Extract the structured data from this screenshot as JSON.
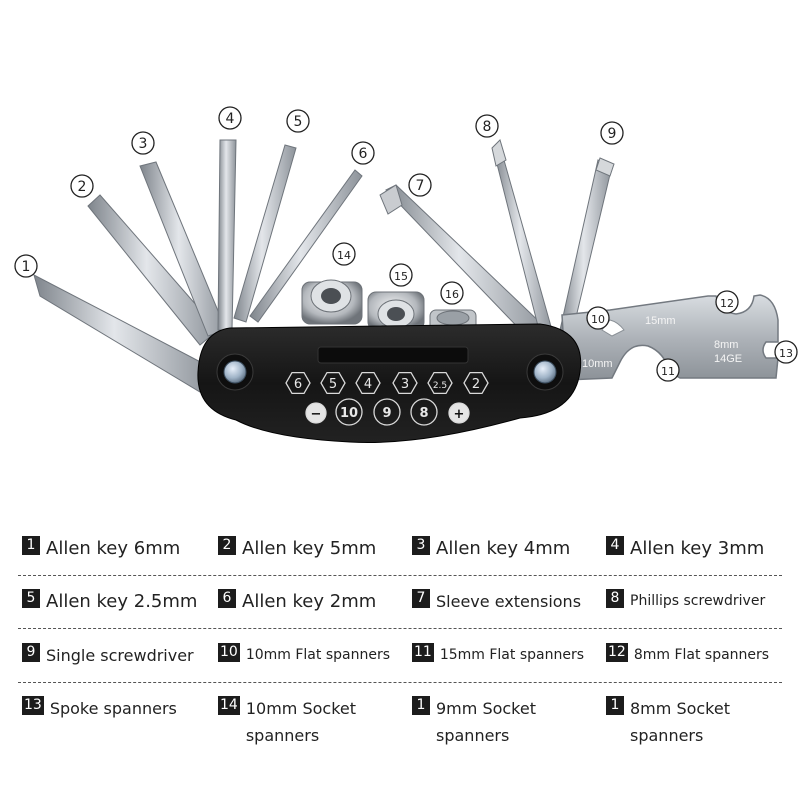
{
  "photo": {
    "callouts": [
      "1",
      "2",
      "3",
      "4",
      "5",
      "6",
      "7",
      "8",
      "9",
      "10",
      "11",
      "12",
      "13",
      "14",
      "15",
      "16"
    ],
    "body_hex_labels": [
      "6",
      "5",
      "4",
      "3",
      "2.5",
      "2"
    ],
    "body_circle_labels": [
      "−",
      "10",
      "9",
      "8",
      "+"
    ],
    "plate_text": {
      "label_15mm": "15mm",
      "label_10mm": "10mm",
      "label_8mm": "8mm",
      "label_14ge": "14GE"
    }
  },
  "legend": {
    "rows": [
      [
        {
          "badge": "1",
          "label": "Allen key 6mm"
        },
        {
          "badge": "2",
          "label": "Allen key 5mm"
        },
        {
          "badge": "3",
          "label": "Allen key 4mm"
        },
        {
          "badge": "4",
          "label": "Allen key 3mm"
        }
      ],
      [
        {
          "badge": "5",
          "label": "Allen key 2.5mm"
        },
        {
          "badge": "6",
          "label": "Allen key 2mm"
        },
        {
          "badge": "7",
          "label": "Sleeve extensions"
        },
        {
          "badge": "8",
          "label": "Phillips screwdriver"
        }
      ],
      [
        {
          "badge": "9",
          "label": "Single screwdriver"
        },
        {
          "badge": "10",
          "label": "10mm Flat spanners"
        },
        {
          "badge": "11",
          "label": "15mm Flat spanners"
        },
        {
          "badge": "12",
          "label": "8mm Flat spanners"
        }
      ],
      [
        {
          "badge": "13",
          "label": "Spoke spanners"
        },
        {
          "badge": "14",
          "label": "10mm Socket spanners"
        },
        {
          "badge": "1",
          "label": "9mm Socket spanners"
        },
        {
          "badge": "1",
          "label": "8mm Socket spanners"
        }
      ]
    ]
  },
  "colors": {
    "body": "#1b1b1b",
    "steel": "#b9bdc2",
    "steel_dark": "#8a8f95",
    "badge": "#1c1c1c"
  }
}
